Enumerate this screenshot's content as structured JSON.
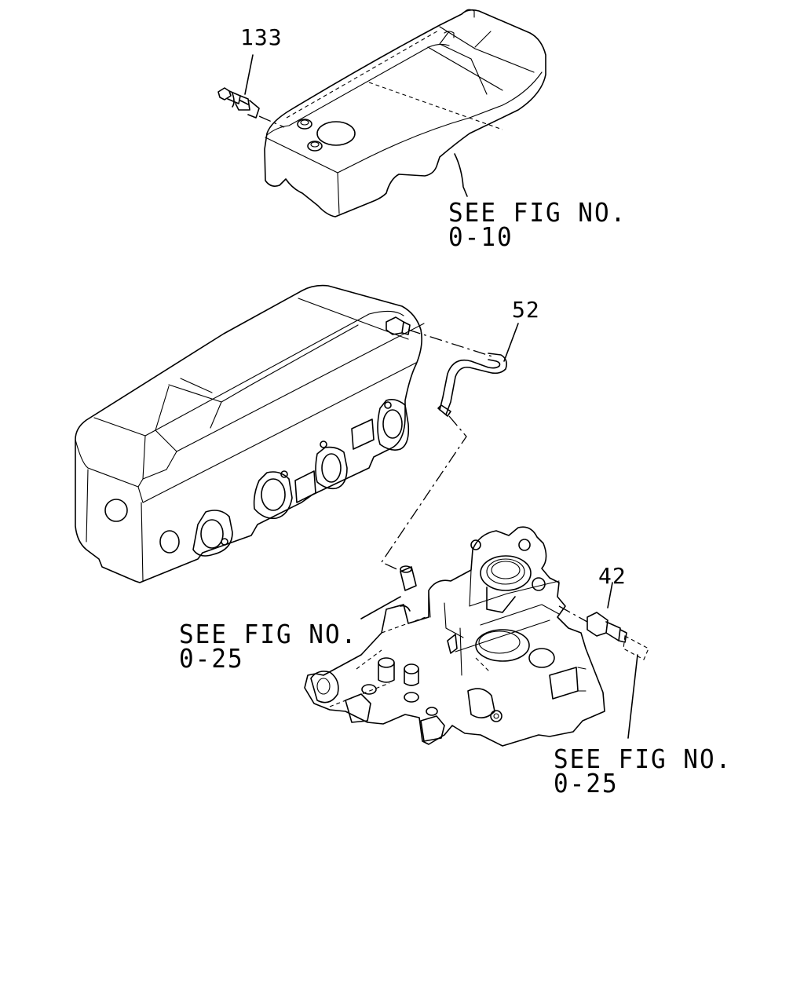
{
  "callouts": {
    "part_133": "133",
    "part_52": "52",
    "part_42": "42"
  },
  "references": {
    "upper_cover": {
      "line1": "SEE FIG NO.",
      "line2": "0-10"
    },
    "manifold_left": {
      "line1": "SEE FIG NO.",
      "line2": "0-25"
    },
    "manifold_right": {
      "line1": "SEE FIG NO.",
      "line2": "0-25"
    }
  },
  "colors": {
    "ink": "#000000",
    "paper": "#ffffff"
  }
}
